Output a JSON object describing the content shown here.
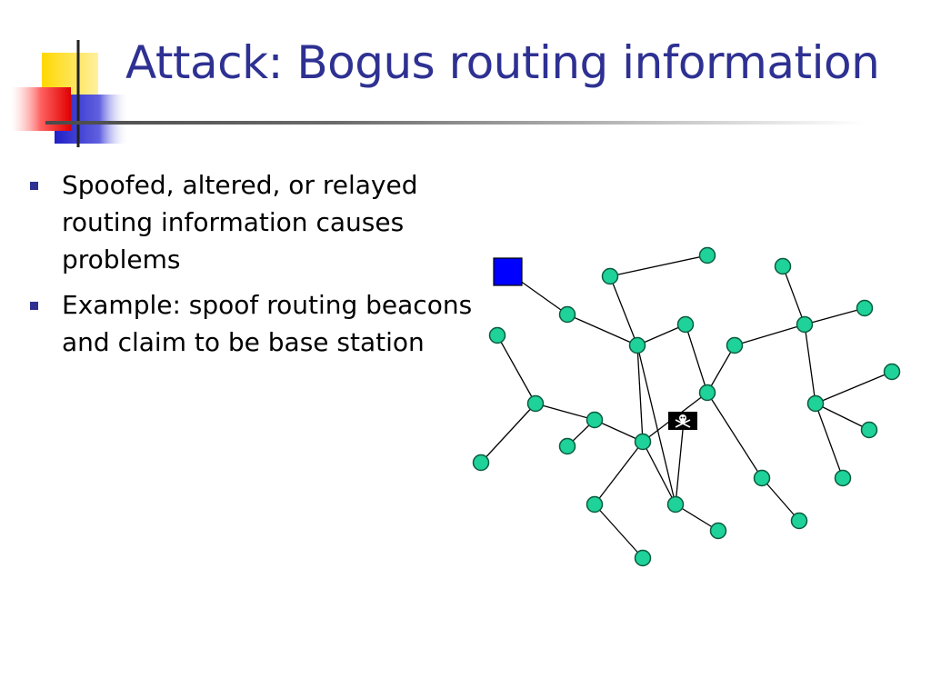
{
  "slide": {
    "title": "Attack: Bogus routing information",
    "bullets": [
      {
        "text": "Spoofed, altered, or relayed routing information causes problems"
      },
      {
        "text": "Example: spoof routing beacons and claim to be base station"
      }
    ]
  },
  "colors": {
    "title": "#2E3192",
    "bullet": "#2E3192",
    "node_fill": "#1ED29A",
    "node_stroke": "#0B5A3D",
    "base_station": "#0000FF",
    "attacker": "#000000"
  },
  "diagram": {
    "icons": {
      "attacker": "skull-crossbones-icon",
      "base_station": "square-icon"
    }
  }
}
